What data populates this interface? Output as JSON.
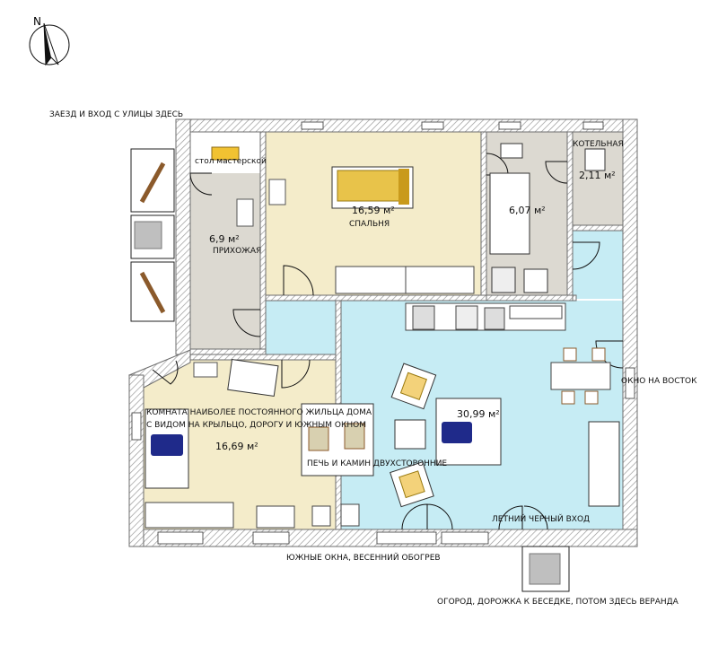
{
  "colors": {
    "wall": "#8c8c8c",
    "hatch": "#b9b9b9",
    "beige": "#f4ecca",
    "gray_room": "#dcd9d1",
    "cyan": "#c6ecf4",
    "door_line": "#111111"
  },
  "compass": {
    "icon": "compass-north-arrow-icon"
  },
  "labels": {
    "street_entrance": "ЗАЕЗД И ВХОД С УЛИЦЫ ЗДЕСЬ",
    "workshop_table": "стол мастерской",
    "boiler_room": "КОТЕЛЬНАЯ",
    "bedroom": "СПАЛЬНЯ",
    "hallway": "ПРИХОЖАЯ",
    "east_window": "ОКНО НА ВОСТОК",
    "main_resident_room_1": "КОМНАТА НАИБОЛЕЕ ПОСТОЯННОГО ЖИЛЬЦА ДОМА",
    "main_resident_room_2": "С ВИДОМ НА КРЫЛЬЦО, ДОРОГУ И ЮЖНЫМ ОКНОМ",
    "stove": "ПЕЧЬ И КАМИН ДВУХСТОРОННИЕ",
    "summer_back_entrance": "ЛЕТНИЙ ЧЕРНЫЙ ВХОД",
    "south_windows": "ЮЖНЫЕ ОКНА, ВЕСЕННИЙ ОБОГРЕВ",
    "garden": "ОГОРОД, ДОРОЖКА К БЕСЕДКЕ, ПОТОМ ЗДЕСЬ ВЕРАНДА"
  },
  "areas": {
    "hallway": "6,9 м²",
    "bedroom": "16,59 м²",
    "bathroom": "6,07 м²",
    "boiler_room": "2,11 м²",
    "main_room": "16,69 м²",
    "living_room": "30,99 м²"
  },
  "icons": {
    "bed": "bed-icon",
    "sofa": "sofa-icon",
    "armchair": "armchair-icon",
    "stairs": "stairs-icon",
    "chair": "chair-icon",
    "bathtub": "bathtub-icon",
    "sink": "sink-icon",
    "toilet": "toilet-icon",
    "washer": "washing-machine-icon",
    "stove": "fireplace-icon",
    "radiator": "radiator-icon",
    "cube": "storage-cube-icon"
  }
}
